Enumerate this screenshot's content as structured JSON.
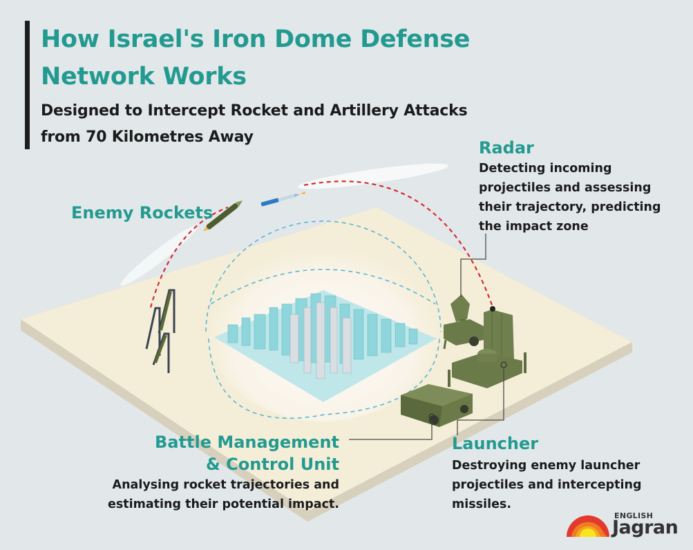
{
  "header": {
    "title": "How Israel's Iron Dome Defense Network Works",
    "subtitle": "Designed to Intercept Rocket and Artillery Attacks from 70 Kilometres Away"
  },
  "labels": {
    "radar": {
      "heading": "Radar",
      "description": "Detecting incoming projectiles and assessing their trajectory, predicting the impact zone"
    },
    "enemy_rockets": {
      "heading": "Enemy Rockets"
    },
    "battle_management": {
      "heading_line1": "Battle Management",
      "heading_line2": "& Control Unit",
      "description_line1": "Analysing rocket trajectories and",
      "description_line2": "estimating their potential impact."
    },
    "launcher": {
      "heading": "Launcher",
      "description": "Destroying enemy launcher projectiles and intercepting missiles."
    }
  },
  "illustration": {
    "elements": [
      "ground-platform",
      "enemy-rocket-launchers",
      "enemy-rocket",
      "interceptor-missile",
      "trajectory-arc",
      "protective-dome",
      "city",
      "radar-unit",
      "launcher-unit",
      "battle-management-vehicle"
    ],
    "colors": {
      "background": "#e2e8ea",
      "platform": "#f4eed8",
      "platform_edge": "#d6d0bd",
      "accent_teal": "#239a90",
      "trajectory_red": "#d42a35",
      "dome_blue": "#5ab4d6",
      "military_green": "#6f7f4e",
      "city_cyan": "#8fd6dc"
    }
  },
  "logo": {
    "small": "ENGLISH",
    "big": "Jagran",
    "colors": [
      "#e23a2e",
      "#f07c22",
      "#f6a623",
      "#f8e61b"
    ]
  }
}
